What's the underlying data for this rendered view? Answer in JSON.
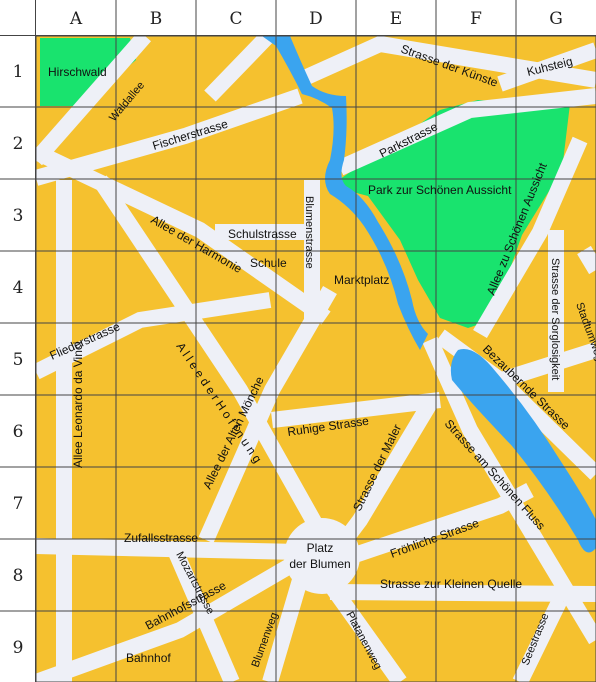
{
  "map": {
    "colors": {
      "block": "#f5c12f",
      "park": "#19e36e",
      "water": "#3aa4ef",
      "road": "#eef0f7",
      "grid": "#444444",
      "header": "#ffffff"
    },
    "columns": [
      "A",
      "B",
      "C",
      "D",
      "E",
      "F",
      "G"
    ],
    "rows": [
      "1",
      "2",
      "3",
      "4",
      "5",
      "6",
      "7",
      "8",
      "9"
    ],
    "areas": {
      "hirschwald": "Hirschwald",
      "park": "Park zur Schönen Aussicht",
      "marktplatz": "Marktplatz",
      "schule": "Schule",
      "bahnhof": "Bahnhof",
      "platz_line1": "Platz",
      "platz_line2": "der Blumen"
    },
    "streets": {
      "waldallee": "Waldallee",
      "fischerstrasse": "Fischerstrasse",
      "strasse_der_kuenste": "Strasse der Künste",
      "kuhsteig": "Kuhsteig",
      "parkstrasse": "Parkstrasse",
      "schulstrasse": "Schulstrasse",
      "blumenstrasse": "Blumenstrasse",
      "allee_der_harmonie": "Allee der Harmonie",
      "allee_zu_schoenen_aussicht": "Allee zu Schönen Aussicht",
      "strasse_der_sorglosigkeit": "Strasse der Sorglosigkeit",
      "stadtumweg": "Stadtumweg",
      "fliederstrasse": "Fliederstrasse",
      "allee_leonardo": "Allee Leonardo da Vinci",
      "allee_der_hoffnung": "A l l e e   d e r      H o f f n u n g",
      "allee_der_alten_moenche": "Allee der Alten Mönche",
      "bezaubernde_strasse": "Bezaubernde Strasse",
      "ruhige_strasse": "Ruhige Strasse",
      "strasse_der_maler": "Strasse der Maler",
      "strasse_am_schoenen_fluss": "Strasse am Schönen Fluss",
      "froehliche_strasse": "Fröhliche Strasse",
      "zufallsstrasse": "Zufallsstrasse",
      "mozartstrasse": "Mozartstrasse",
      "bahnhofsstrasse": "Bahnhofsstrasse",
      "strasse_zur_kleinen_quelle": "Strasse zur Kleinen Quelle",
      "blumenweg": "Blumenweg",
      "platanenweg": "Platanenweg",
      "seestrasse": "Seestrasse"
    }
  }
}
